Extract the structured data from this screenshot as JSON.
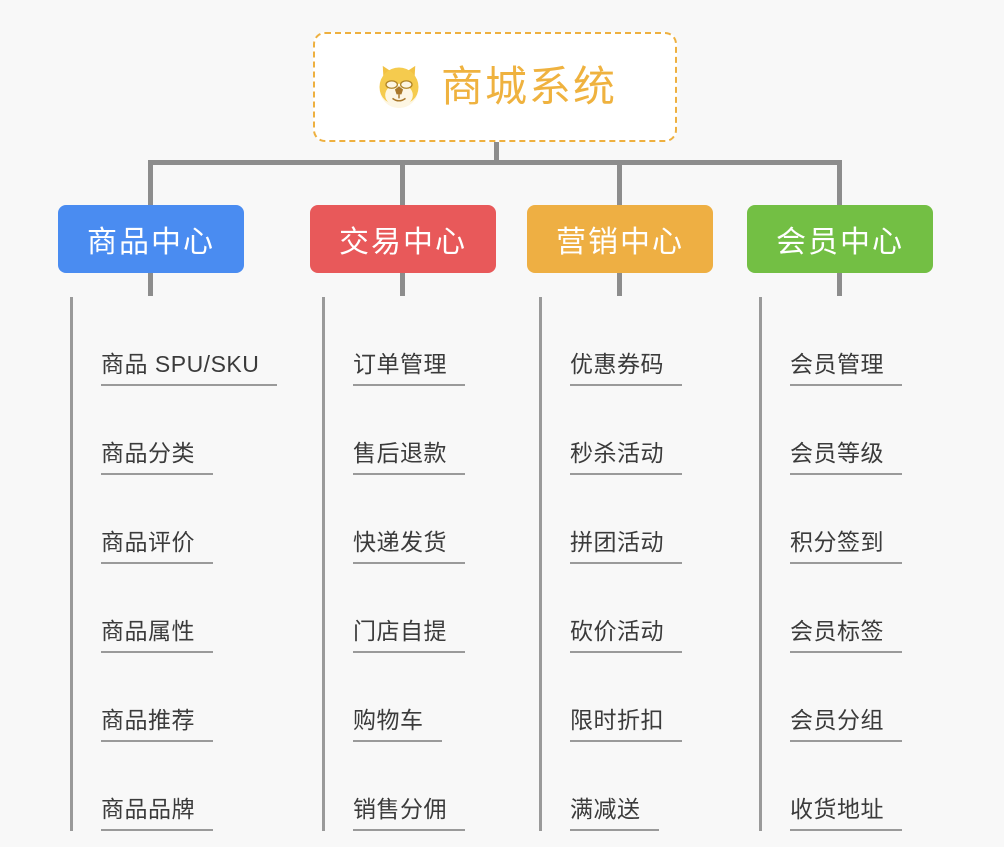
{
  "page": {
    "background_color": "#f8f8f8",
    "title": "商城系统"
  },
  "root": {
    "label": "商城系统",
    "icon": "dog-face-icon",
    "text_color": "#efb23f",
    "border_color": "#eeb03f",
    "background": "#ffffff"
  },
  "branches": [
    {
      "label": "商品中心",
      "color": "#4a8cf1",
      "items": [
        "商品 SPU/SKU",
        "商品分类",
        "商品评价",
        "商品属性",
        "商品推荐",
        "商品品牌"
      ]
    },
    {
      "label": "交易中心",
      "color": "#e8595a",
      "items": [
        "订单管理",
        "售后退款",
        "快递发货",
        "门店自提",
        "购物车",
        "销售分佣"
      ]
    },
    {
      "label": "营销中心",
      "color": "#eeaf43",
      "items": [
        "优惠券码",
        "秒杀活动",
        "拼团活动",
        "砍价活动",
        "限时折扣",
        "满减送"
      ]
    },
    {
      "label": "会员中心",
      "color": "#73bf44",
      "items": [
        "会员管理",
        "会员等级",
        "积分签到",
        "会员标签",
        "会员分组",
        "收货地址"
      ]
    }
  ]
}
